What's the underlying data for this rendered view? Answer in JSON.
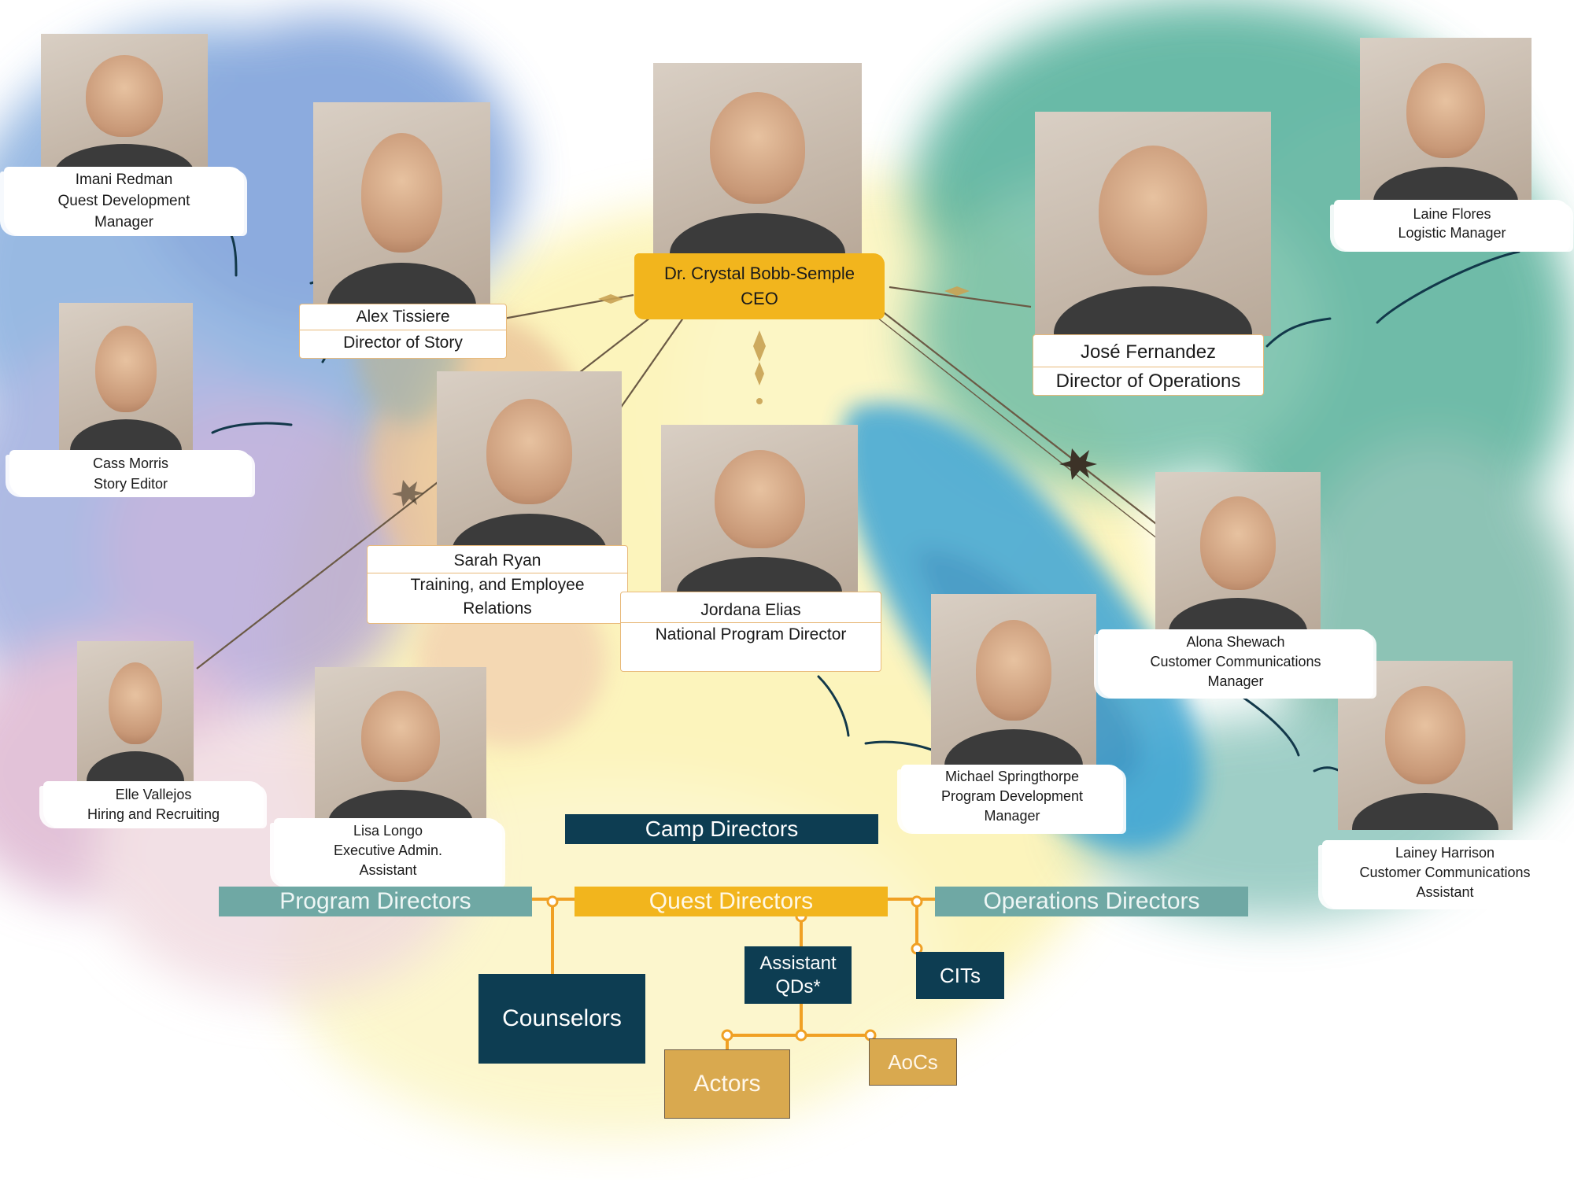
{
  "colors": {
    "accent_yellow": "#f2b51d",
    "navy": "#0d3d52",
    "teal": "#6fa8a4",
    "connector_orange": "#f0a024",
    "tan": "#d9a94f",
    "ornament_gold": "#c9a253",
    "leaf_navy": "#12384a"
  },
  "ceo": {
    "name": "Dr. Crystal Bobb-Semple",
    "title": "CEO"
  },
  "people": [
    {
      "key": "imani",
      "name": "Imani Redman",
      "title_lines": [
        "Quest Development",
        "Manager"
      ]
    },
    {
      "key": "alex",
      "name": "Alex Tissiere",
      "title_lines": [
        "Director of Story"
      ]
    },
    {
      "key": "cass",
      "name": "Cass Morris",
      "title_lines": [
        "Story Editor"
      ]
    },
    {
      "key": "sarah",
      "name": "Sarah Ryan",
      "title_lines": [
        "Training, and Employee",
        "Relations"
      ]
    },
    {
      "key": "jordana",
      "name": "Jordana Elias",
      "title_lines": [
        "National Program Director"
      ]
    },
    {
      "key": "jose",
      "name": "José Fernandez",
      "title_lines": [
        "Director of Operations"
      ]
    },
    {
      "key": "laine",
      "name": "Laine Flores",
      "title_lines": [
        "Logistic Manager"
      ]
    },
    {
      "key": "alona",
      "name": "Alona Shewach",
      "title_lines": [
        "Customer Communications",
        "Manager"
      ]
    },
    {
      "key": "elle",
      "name": "Elle Vallejos",
      "title_lines": [
        "Hiring and Recruiting"
      ]
    },
    {
      "key": "lisa",
      "name": "Lisa Longo",
      "title_lines": [
        "Executive Admin.",
        "Assistant"
      ]
    },
    {
      "key": "michael",
      "name": "Michael Springthorpe",
      "title_lines": [
        "Program Development",
        "Manager"
      ]
    },
    {
      "key": "lainey",
      "name": "Lainey Harrison",
      "title_lines": [
        "Customer Communications",
        "Assistant"
      ]
    }
  ],
  "camp": {
    "header": "Camp Directors",
    "program_directors": "Program Directors",
    "quest_directors": "Quest Directors",
    "operations_directors": "Operations Directors",
    "counselors": "Counselors",
    "assistant_qds": [
      "Assistant",
      "QDs*"
    ],
    "cits": "CITs",
    "actors": "Actors",
    "aocs": "AoCs"
  }
}
